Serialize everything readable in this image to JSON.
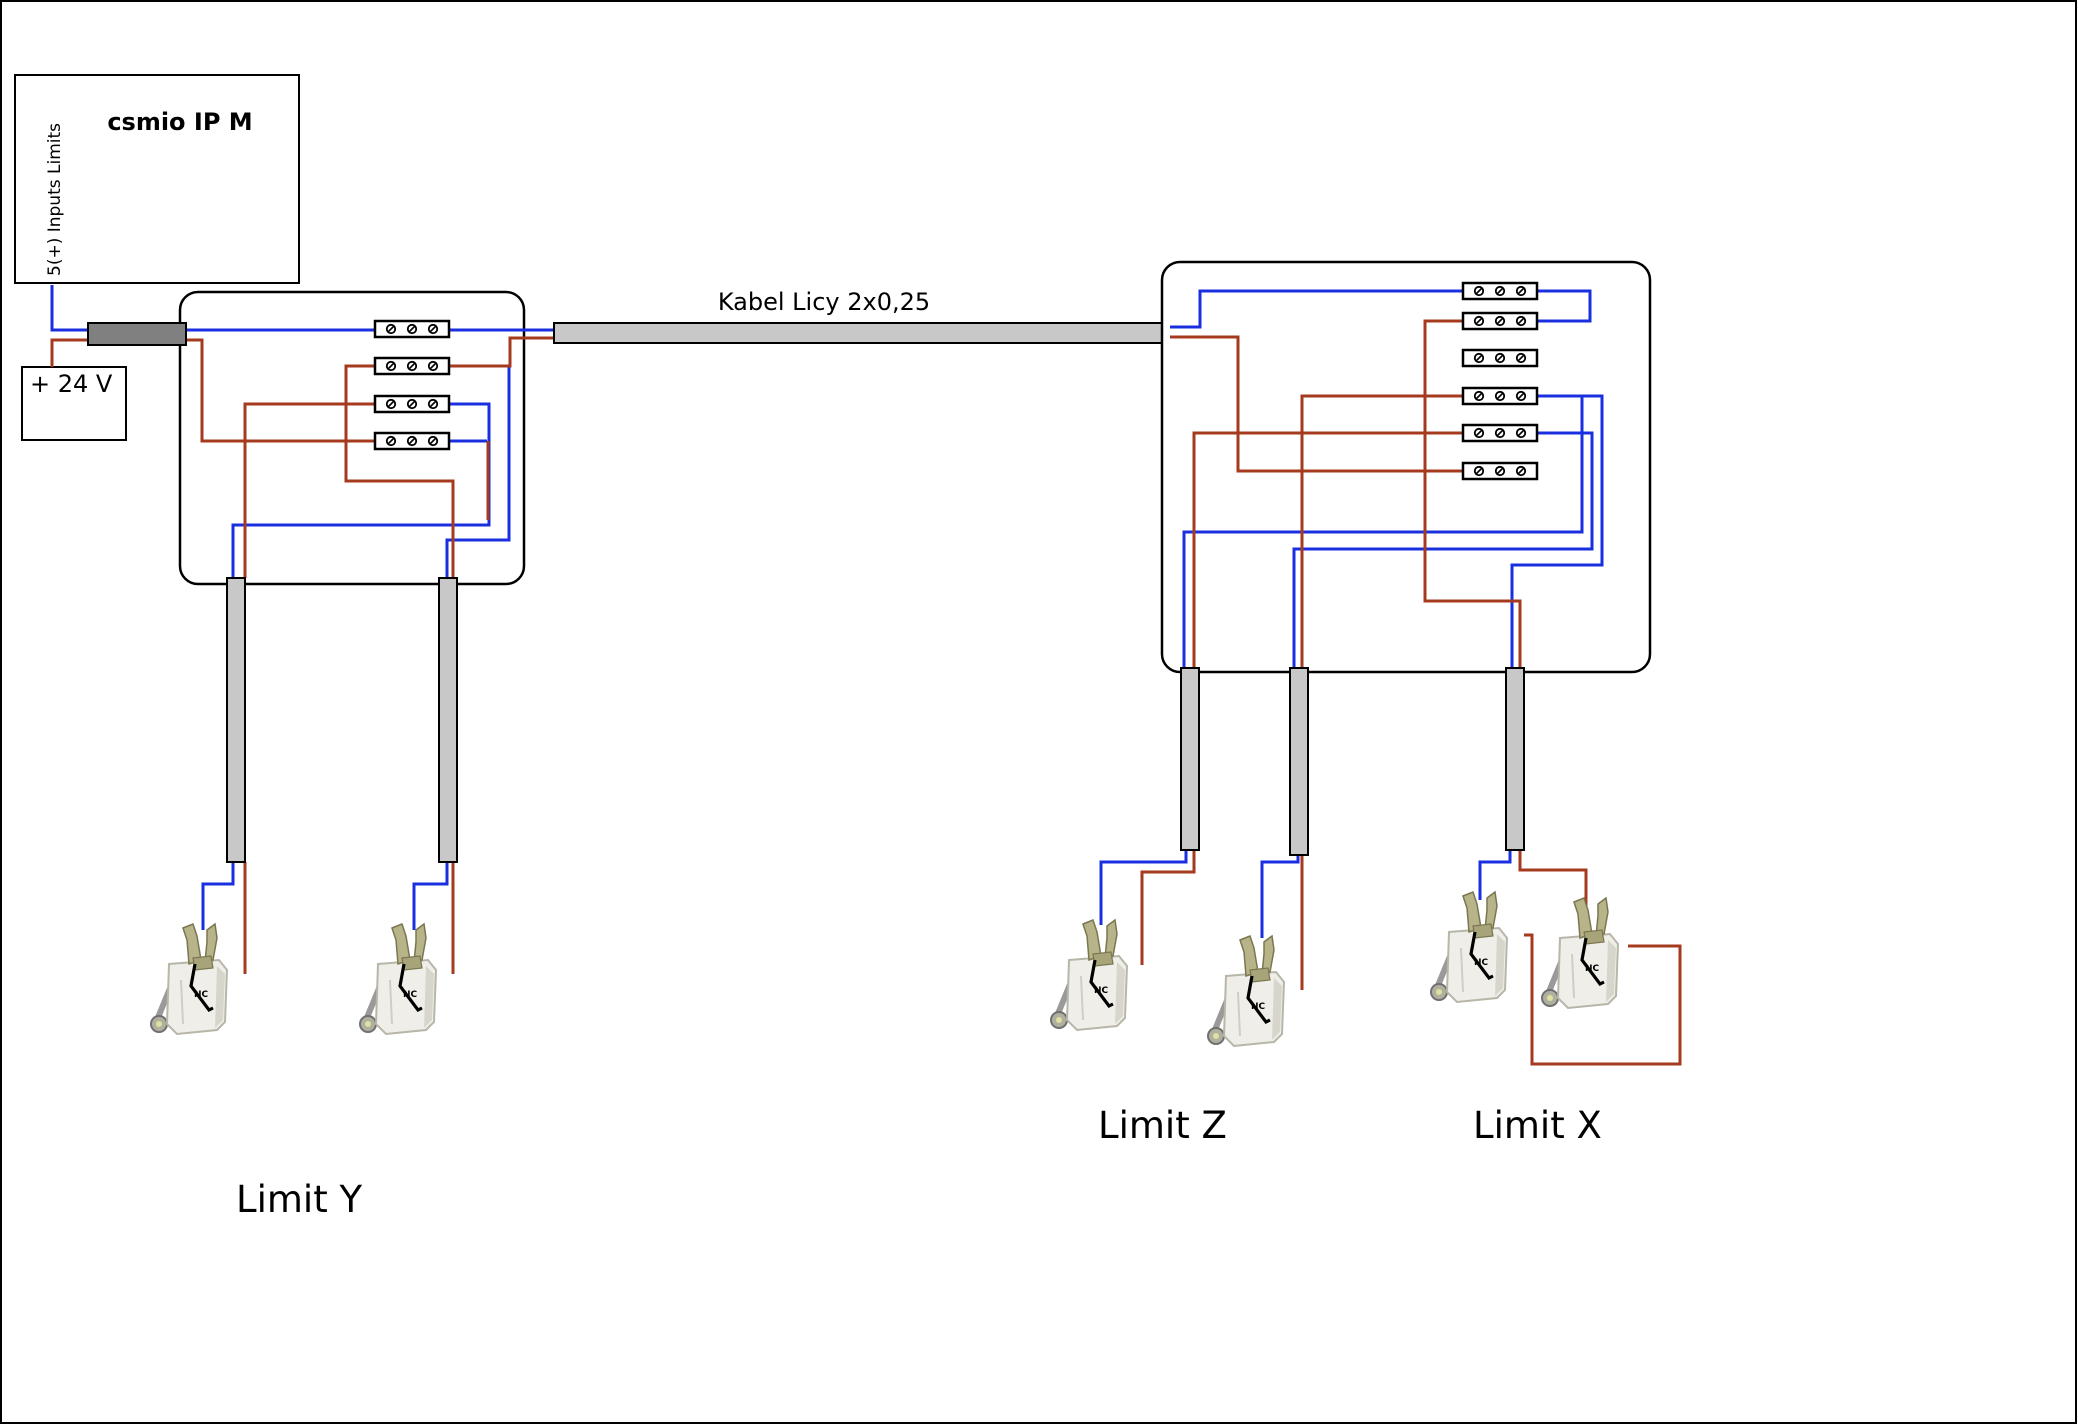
{
  "labels": {
    "controller_name": "csmio IP M",
    "controller_inputs": "5(+) Inputs Limits",
    "supply": "+ 24 V",
    "cable": "Kabel Licy 2x0,25",
    "switch_mark": "NC",
    "group_y": "Limit Y",
    "group_z": "Limit Z",
    "group_x": "Limit X"
  },
  "colors": {
    "wire_positive": "#1a2fe0",
    "wire_return": "#a63a1e",
    "cable_sheath": "#c8c8c8",
    "cable_gland": "#808080",
    "outline": "#000000"
  },
  "boxes": {
    "left_junction_terminals": 4,
    "right_junction_terminals": 6
  }
}
